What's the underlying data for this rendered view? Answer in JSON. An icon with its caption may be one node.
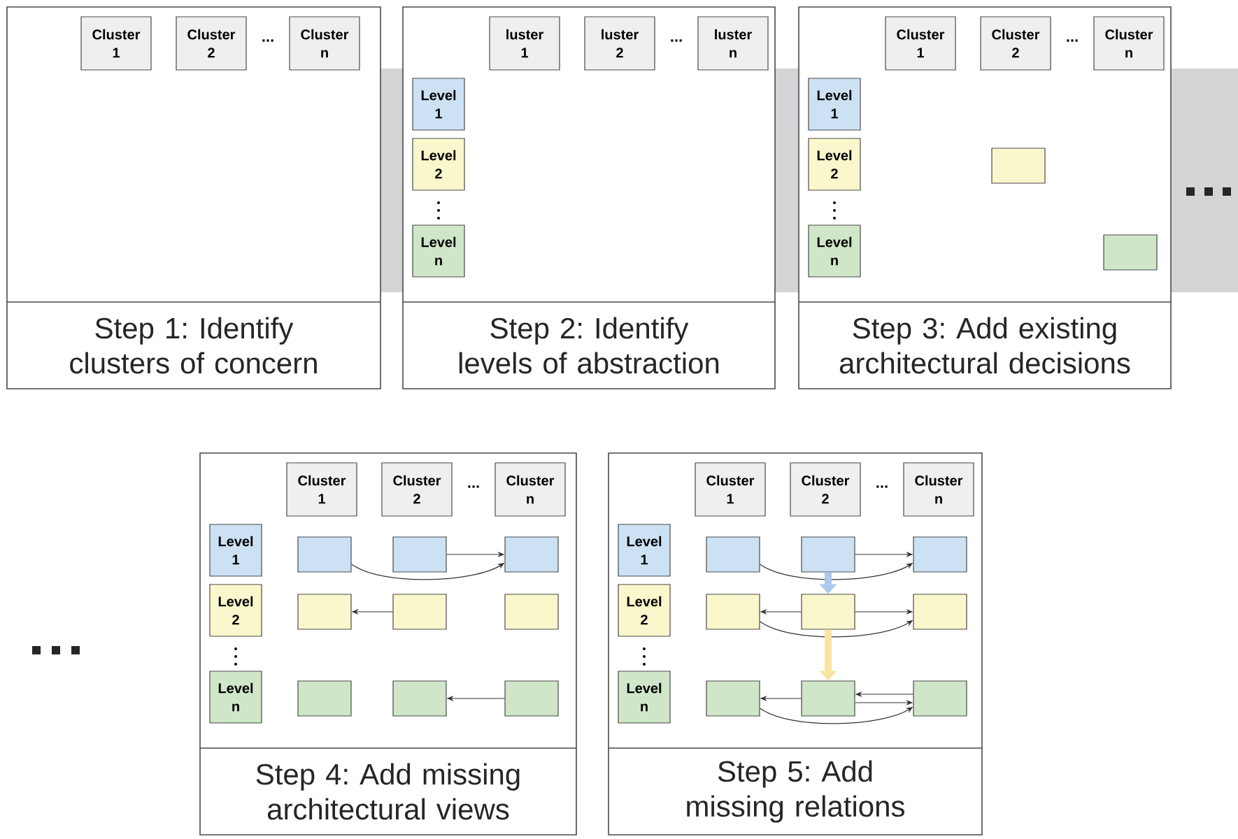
{
  "diagram": {
    "nodes": [
      {
        "text": [
          "Step 1: Identify clusters of concern"
        ]
      },
      {
        "text": [
          "Cluster 1"
        ],
        "in": 0
      },
      {
        "text": [
          "Cluster 2"
        ],
        "in": 0
      },
      {
        "text": [
          "Cluster n"
        ],
        "in": 0
      },
      {
        "text": [
          "Step 2: Identify levels of abstraction"
        ]
      },
      {
        "text": [
          "luster 1"
        ],
        "in": 4
      },
      {
        "text": [
          "luster 2"
        ],
        "in": 4
      },
      {
        "text": [
          "luster n"
        ],
        "in": 4
      },
      {
        "text": [
          "Level 1"
        ],
        "in": 4
      },
      {
        "text": [
          "Level 2"
        ],
        "in": 4
      },
      {
        "text": [
          "Level n"
        ],
        "in": 4
      },
      {
        "text": [
          "Step 3: Add existing architectural decisions"
        ]
      },
      {
        "text": [
          "Cluster 1"
        ],
        "in": 11
      },
      {
        "text": [
          "Cluster 2"
        ],
        "in": 11
      },
      {
        "text": [
          "Cluster n"
        ],
        "in": 11
      },
      {
        "text": [
          "Level 1"
        ],
        "in": 11
      },
      {
        "text": [
          "Level 2"
        ],
        "in": 11
      },
      {
        "text": [
          "Level n"
        ],
        "in": 11
      },
      {
        "text": [],
        "shape": "box",
        "in": 11
      },
      {
        "text": [],
        "shape": "box",
        "in": 11
      },
      {
        "text": [
          "Step 4: Add missing architectural views"
        ]
      },
      {
        "text": [
          "Cluster 1"
        ],
        "in": 20
      },
      {
        "text": [
          "Cluster 2"
        ],
        "in": 20
      },
      {
        "text": [
          "Cluster n"
        ],
        "in": 20
      },
      {
        "text": [
          "Level 1"
        ],
        "in": 20
      },
      {
        "text": [
          "Level 2"
        ],
        "in": 20
      },
      {
        "text": [
          "Level n"
        ],
        "in": 20
      },
      {
        "text": [],
        "shape": "box",
        "in": 20
      },
      {
        "text": [],
        "shape": "box",
        "in": 20
      },
      {
        "text": [],
        "shape": "box",
        "in": 20
      },
      {
        "text": [],
        "shape": "box",
        "in": 20
      },
      {
        "text": [],
        "shape": "box",
        "in": 20
      },
      {
        "text": [],
        "shape": "box",
        "in": 20
      },
      {
        "text": [],
        "shape": "box",
        "in": 20
      },
      {
        "text": [],
        "shape": "box",
        "in": 20
      },
      {
        "text": [],
        "shape": "box",
        "in": 20
      },
      {
        "text": [
          "Step 5: Add missing relations"
        ]
      },
      {
        "text": [
          "Cluster 1"
        ],
        "in": 36
      },
      {
        "text": [
          "Cluster 2"
        ],
        "in": 36
      },
      {
        "text": [
          "Cluster n"
        ],
        "in": 36
      },
      {
        "text": [
          "Level 1"
        ],
        "in": 36
      },
      {
        "text": [
          "Level 2"
        ],
        "in": 36
      },
      {
        "text": [
          "Level n"
        ],
        "in": 36
      },
      {
        "text": [],
        "shape": "box",
        "in": 36
      },
      {
        "text": [],
        "shape": "box",
        "in": 36
      },
      {
        "text": [],
        "shape": "box",
        "in": 36
      },
      {
        "text": [],
        "shape": "box",
        "in": 36
      },
      {
        "text": [],
        "shape": "box",
        "in": 36
      },
      {
        "text": [],
        "shape": "box",
        "in": 36
      },
      {
        "text": [],
        "shape": "box",
        "in": 36
      },
      {
        "text": [],
        "shape": "box",
        "in": 36
      },
      {
        "text": [],
        "shape": "box",
        "in": 36
      }
    ],
    "edges": [
      {
        "from": 28,
        "to": 29,
        "arrow": "to"
      },
      {
        "from": 27,
        "to": 29,
        "arrow": "to"
      },
      {
        "from": 31,
        "to": 30,
        "arrow": "to"
      },
      {
        "from": 35,
        "to": 34,
        "arrow": "to"
      },
      {
        "from": 44,
        "to": 45,
        "arrow": "to"
      },
      {
        "from": 43,
        "to": 45,
        "arrow": "to"
      },
      {
        "from": 44,
        "to": 47,
        "arrow": "to",
        "style": "thick",
        "color": "#a9c9ee"
      },
      {
        "from": 47,
        "to": 46,
        "arrow": "to"
      },
      {
        "from": 47,
        "to": 48,
        "arrow": "to"
      },
      {
        "from": 46,
        "to": 48,
        "arrow": "to"
      },
      {
        "from": 47,
        "to": 50,
        "arrow": "to",
        "style": "thick",
        "color": "#fbe3a2"
      },
      {
        "from": 50,
        "to": 49,
        "arrow": "to"
      },
      {
        "from": 51,
        "to": 50,
        "arrow": "to"
      },
      {
        "from": 50,
        "to": 51,
        "arrow": "to"
      },
      {
        "from": 49,
        "to": 51,
        "arrow": "to"
      }
    ],
    "labels": [
      "...",
      "...",
      "...",
      "...",
      "..."
    ]
  }
}
